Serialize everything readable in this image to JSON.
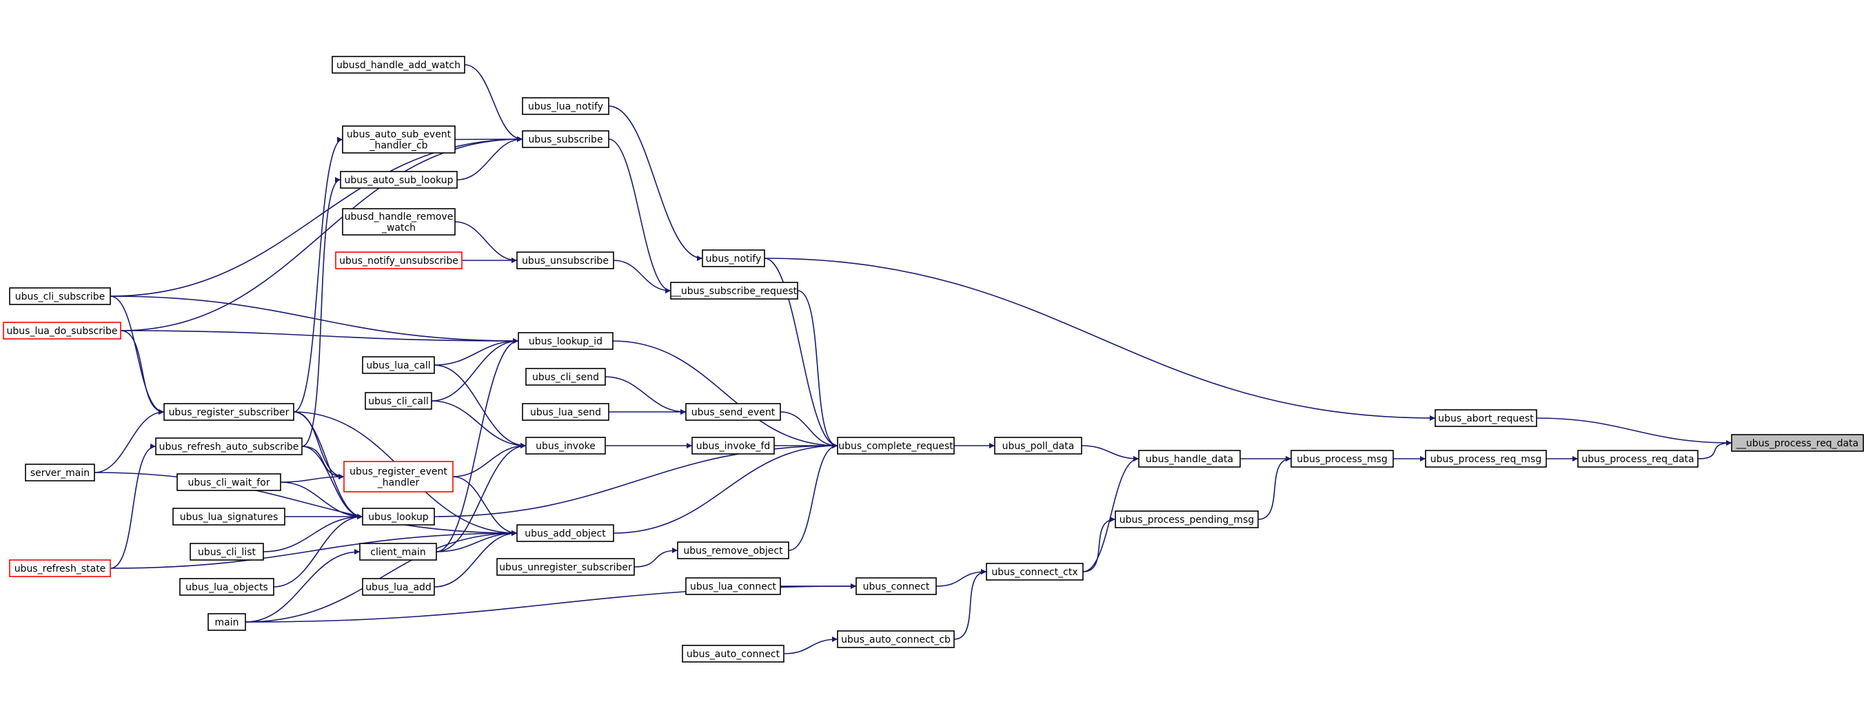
{
  "colors": {
    "edge": "#191970",
    "node_border": "#000000",
    "node_border_incomplete": "#ff0000",
    "root_fill": "#bfbfbf",
    "background": "#ffffff"
  },
  "nodes": {
    "process_req_data_root": {
      "label": "__ubus_process_req_data",
      "style": "root"
    },
    "abort_request": {
      "label": "ubus_abort_request"
    },
    "process_req_data": {
      "label": "ubus_process_req_data"
    },
    "process_req_msg": {
      "label": "ubus_process_req_msg"
    },
    "process_msg": {
      "label": "ubus_process_msg"
    },
    "handle_data": {
      "label": "ubus_handle_data"
    },
    "process_pending_msg": {
      "label": "ubus_process_pending_msg"
    },
    "poll_data": {
      "label": "ubus_poll_data"
    },
    "connect_ctx": {
      "label": "ubus_connect_ctx"
    },
    "complete_request": {
      "label": "ubus_complete_request"
    },
    "connect": {
      "label": "ubus_connect"
    },
    "auto_connect_cb": {
      "label": "ubus_auto_connect_cb"
    },
    "auto_connect": {
      "label": "ubus_auto_connect"
    },
    "lua_connect": {
      "label": "ubus_lua_connect"
    },
    "notify": {
      "label": "ubus_notify"
    },
    "subscribe_request": {
      "label": "__ubus_subscribe_request"
    },
    "send_event": {
      "label": "ubus_send_event"
    },
    "invoke_fd": {
      "label": "ubus_invoke_fd"
    },
    "remove_object": {
      "label": "ubus_remove_object"
    },
    "lua_notify": {
      "label": "ubus_lua_notify"
    },
    "subscribe": {
      "label": "ubus_subscribe"
    },
    "unsubscribe": {
      "label": "ubus_unsubscribe"
    },
    "lookup_id": {
      "label": "ubus_lookup_id"
    },
    "cli_send": {
      "label": "ubus_cli_send"
    },
    "lua_send": {
      "label": "ubus_lua_send"
    },
    "invoke": {
      "label": "ubus_invoke"
    },
    "lookup": {
      "label": "ubus_lookup"
    },
    "add_object": {
      "label": "ubus_add_object"
    },
    "unregister_subscriber": {
      "label": "ubus_unregister_subscriber"
    },
    "ubusd_add_watch": {
      "label": "ubusd_handle_add_watch"
    },
    "auto_sub_event_handler_cb": {
      "label": [
        "ubus_auto_sub_event",
        "_handler_cb"
      ]
    },
    "auto_sub_lookup": {
      "label": "ubus_auto_sub_lookup"
    },
    "ubusd_remove_watch": {
      "label": [
        "ubusd_handle_remove",
        "_watch"
      ]
    },
    "notify_unsubscribe": {
      "label": "ubus_notify_unsubscribe",
      "style": "red"
    },
    "lua_call": {
      "label": "ubus_lua_call"
    },
    "cli_call": {
      "label": "ubus_cli_call"
    },
    "register_event_handler": {
      "label": [
        "ubus_register_event",
        "_handler"
      ],
      "style": "red"
    },
    "client_main": {
      "label": "client_main"
    },
    "lua_add": {
      "label": "ubus_lua_add"
    },
    "main": {
      "label": "main"
    },
    "cli_subscribe": {
      "label": "ubus_cli_subscribe"
    },
    "lua_do_subscribe": {
      "label": "ubus_lua_do_subscribe",
      "style": "red"
    },
    "register_subscriber": {
      "label": "ubus_register_subscriber"
    },
    "refresh_auto_subscribe": {
      "label": "ubus_refresh_auto_subscribe"
    },
    "cli_wait_for": {
      "label": "ubus_cli_wait_for"
    },
    "lua_signatures": {
      "label": "ubus_lua_signatures"
    },
    "cli_list": {
      "label": "ubus_cli_list"
    },
    "lua_objects": {
      "label": "ubus_lua_objects"
    },
    "server_main": {
      "label": "server_main"
    },
    "refresh_state": {
      "label": "ubus_refresh_state",
      "style": "red"
    }
  },
  "edges": [
    [
      "abort_request",
      "process_req_data_root"
    ],
    [
      "process_req_data",
      "process_req_data_root"
    ],
    [
      "process_req_msg",
      "process_req_data"
    ],
    [
      "process_msg",
      "process_req_msg"
    ],
    [
      "handle_data",
      "process_msg"
    ],
    [
      "process_pending_msg",
      "process_msg"
    ],
    [
      "poll_data",
      "handle_data"
    ],
    [
      "connect_ctx",
      "handle_data"
    ],
    [
      "connect_ctx",
      "process_pending_msg"
    ],
    [
      "complete_request",
      "poll_data"
    ],
    [
      "connect",
      "connect_ctx"
    ],
    [
      "auto_connect_cb",
      "connect_ctx"
    ],
    [
      "auto_connect",
      "auto_connect_cb"
    ],
    [
      "lua_connect",
      "connect"
    ],
    [
      "main",
      "connect"
    ],
    [
      "notify",
      "abort_request"
    ],
    [
      "notify",
      "complete_request"
    ],
    [
      "subscribe_request",
      "complete_request"
    ],
    [
      "send_event",
      "complete_request"
    ],
    [
      "invoke_fd",
      "complete_request"
    ],
    [
      "remove_object",
      "complete_request"
    ],
    [
      "lookup_id",
      "complete_request"
    ],
    [
      "lookup",
      "complete_request"
    ],
    [
      "add_object",
      "complete_request"
    ],
    [
      "lua_notify",
      "notify"
    ],
    [
      "subscribe",
      "subscribe_request"
    ],
    [
      "unsubscribe",
      "subscribe_request"
    ],
    [
      "cli_send",
      "send_event"
    ],
    [
      "lua_send",
      "send_event"
    ],
    [
      "invoke",
      "invoke_fd"
    ],
    [
      "unregister_subscriber",
      "remove_object"
    ],
    [
      "ubusd_add_watch",
      "subscribe"
    ],
    [
      "auto_sub_event_handler_cb",
      "subscribe"
    ],
    [
      "auto_sub_lookup",
      "subscribe"
    ],
    [
      "cli_subscribe",
      "subscribe"
    ],
    [
      "lua_do_subscribe",
      "subscribe"
    ],
    [
      "ubusd_remove_watch",
      "unsubscribe"
    ],
    [
      "notify_unsubscribe",
      "unsubscribe"
    ],
    [
      "cli_subscribe",
      "lookup_id"
    ],
    [
      "lua_do_subscribe",
      "lookup_id"
    ],
    [
      "lua_call",
      "lookup_id"
    ],
    [
      "cli_call",
      "lookup_id"
    ],
    [
      "client_main",
      "lookup_id"
    ],
    [
      "lua_call",
      "invoke"
    ],
    [
      "cli_call",
      "invoke"
    ],
    [
      "register_event_handler",
      "invoke"
    ],
    [
      "client_main",
      "invoke"
    ],
    [
      "register_subscriber",
      "add_object"
    ],
    [
      "register_event_handler",
      "add_object"
    ],
    [
      "client_main",
      "add_object"
    ],
    [
      "lua_add",
      "add_object"
    ],
    [
      "main",
      "add_object"
    ],
    [
      "server_main",
      "add_object"
    ],
    [
      "refresh_state",
      "add_object"
    ],
    [
      "register_subscriber",
      "auto_sub_event_handler_cb"
    ],
    [
      "refresh_auto_subscribe",
      "auto_sub_lookup"
    ],
    [
      "refresh_auto_subscribe",
      "lookup"
    ],
    [
      "register_subscriber",
      "lookup"
    ],
    [
      "cli_wait_for",
      "lookup"
    ],
    [
      "lua_signatures",
      "lookup"
    ],
    [
      "cli_list",
      "lookup"
    ],
    [
      "lua_objects",
      "lookup"
    ],
    [
      "register_subscriber",
      "register_event_handler"
    ],
    [
      "refresh_auto_subscribe",
      "register_event_handler"
    ],
    [
      "cli_wait_for",
      "register_event_handler"
    ],
    [
      "cli_subscribe",
      "register_subscriber"
    ],
    [
      "lua_do_subscribe",
      "register_subscriber"
    ],
    [
      "server_main",
      "register_subscriber"
    ],
    [
      "refresh_state",
      "refresh_auto_subscribe"
    ],
    [
      "main",
      "client_main"
    ]
  ]
}
